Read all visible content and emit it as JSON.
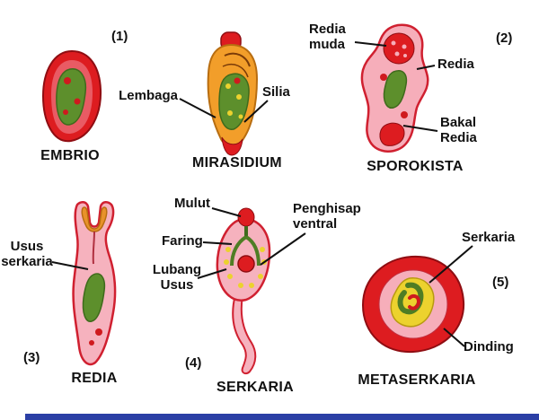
{
  "figures": {
    "embrio": {
      "caption": "EMBRIO"
    },
    "mirasidium": {
      "number": "(1)",
      "caption": "MIRASIDIUM",
      "labels": {
        "lembaga": "Lembaga",
        "silia": "Silia"
      }
    },
    "sporokista": {
      "number": "(2)",
      "caption": "SPOROKISTA",
      "labels": {
        "redia_muda": "Redia\nmuda",
        "redia": "Redia",
        "bakal_redia": "Bakal\nRedia"
      }
    },
    "redia": {
      "number": "(3)",
      "caption": "REDIA",
      "labels": {
        "usus_serkaria": "Usus\nserkaria"
      }
    },
    "serkaria": {
      "number": "(4)",
      "caption": "SERKARIA",
      "labels": {
        "mulut": "Mulut",
        "faring": "Faring",
        "lubang_usus": "Lubang\nUsus",
        "penghisap_ventral": "Penghisap\nventral"
      }
    },
    "metaserkaria": {
      "number": "(5)",
      "caption": "METASERKARIA",
      "labels": {
        "serkaria": "Serkaria",
        "dinding": "Dinding"
      }
    }
  },
  "colors": {
    "red": "#dd1c20",
    "orange": "#f29e2a",
    "pink": "#f6aeba",
    "green": "#5d8f2c",
    "yellow": "#ecd22e",
    "outline": "#d02030",
    "text": "#111111",
    "bottom_bar": "#2b3fa5"
  }
}
